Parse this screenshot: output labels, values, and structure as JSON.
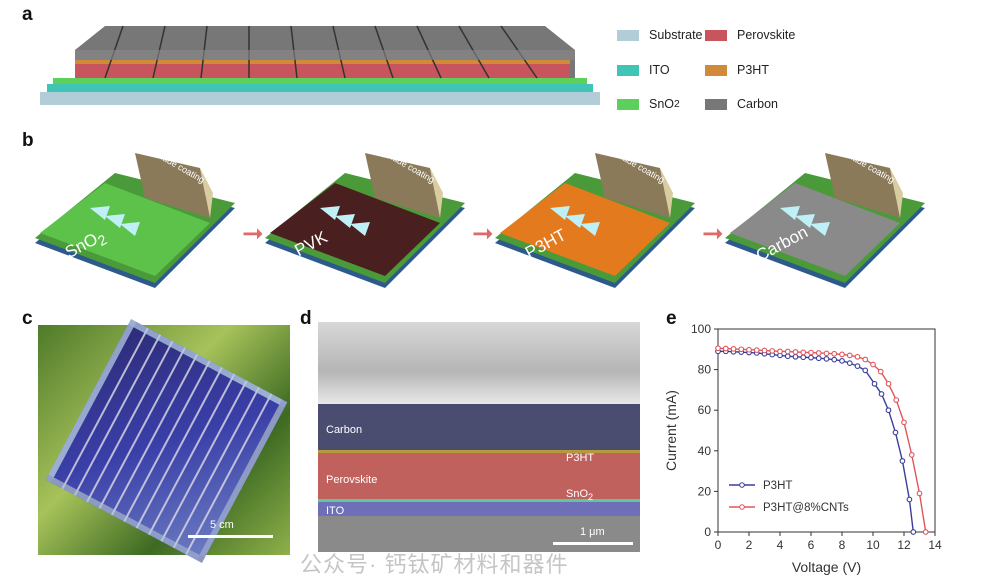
{
  "panels": {
    "a": "a",
    "b": "b",
    "c": "c",
    "d": "d",
    "e": "e"
  },
  "legend": [
    {
      "label": "Substrate",
      "color": "#b2ccd8"
    },
    {
      "label": "ITO",
      "color": "#3fc4b5"
    },
    {
      "label": "SnO",
      "sub": "2",
      "color": "#5cd05a"
    },
    {
      "label": "Perovskite",
      "color": "#c8545d"
    },
    {
      "label": "P3HT",
      "color": "#d08a3a"
    },
    {
      "label": "Carbon",
      "color": "#777777"
    }
  ],
  "steps": [
    {
      "tool": "Blade coating",
      "label": "SnO",
      "sub": "2",
      "color": "#5cc24a"
    },
    {
      "tool": "Blade coating",
      "label": "PVK",
      "sub": "",
      "color": "#4a1f1f"
    },
    {
      "tool": "Blade coating",
      "label": "P3HT",
      "sub": "",
      "color": "#e37a1e"
    },
    {
      "tool": "Blade coating",
      "label": "Carbon",
      "sub": "",
      "color": "#8a8a8a"
    }
  ],
  "photo": {
    "scale": "5 cm"
  },
  "sem": {
    "labels": {
      "carbon": "Carbon",
      "p3ht": "P3HT",
      "perovskite": "Perovskite",
      "sno2": "SnO",
      "sno2_sub": "2",
      "ito": "ITO"
    },
    "scale": "1 μm"
  },
  "watermark": "公众号· 钙钛矿材料和器件",
  "chart_data": {
    "type": "line",
    "xlabel": "Voltage (V)",
    "ylabel": "Current (mA)",
    "xlim": [
      0,
      14
    ],
    "ylim": [
      0,
      100
    ],
    "xticks": [
      "0",
      "2",
      "4",
      "6",
      "8",
      "10",
      "12",
      "14"
    ],
    "yticks": [
      "0",
      "20",
      "40",
      "60",
      "80",
      "100"
    ],
    "legend_position": "bottom-left",
    "series": [
      {
        "name": "P3HT",
        "color": "#3b3f9a",
        "points": [
          [
            0,
            89
          ],
          [
            0.5,
            89
          ],
          [
            1,
            88.8
          ],
          [
            1.5,
            88.6
          ],
          [
            2,
            88.4
          ],
          [
            2.5,
            88.2
          ],
          [
            3,
            87.8
          ],
          [
            3.5,
            87.4
          ],
          [
            4,
            87
          ],
          [
            4.5,
            86.6
          ],
          [
            5,
            86.3
          ],
          [
            5.5,
            86.1
          ],
          [
            6,
            85.9
          ],
          [
            6.5,
            85.6
          ],
          [
            7,
            85.3
          ],
          [
            7.5,
            84.9
          ],
          [
            8,
            84.3
          ],
          [
            8.5,
            83.2
          ],
          [
            9,
            81.7
          ],
          [
            9.5,
            79.6
          ],
          [
            10.1,
            73
          ],
          [
            10.55,
            68
          ],
          [
            11,
            60
          ],
          [
            11.45,
            49
          ],
          [
            11.9,
            35
          ],
          [
            12.35,
            16
          ],
          [
            12.6,
            0
          ]
        ]
      },
      {
        "name": "P3HT@8%CNTs",
        "color": "#e0565a",
        "points": [
          [
            0,
            90.5
          ],
          [
            0.5,
            90.4
          ],
          [
            1,
            90.2
          ],
          [
            1.5,
            90
          ],
          [
            2,
            89.8
          ],
          [
            2.5,
            89.6
          ],
          [
            3,
            89.4
          ],
          [
            3.5,
            89.2
          ],
          [
            4,
            89
          ],
          [
            4.5,
            88.9
          ],
          [
            5,
            88.7
          ],
          [
            5.5,
            88.5
          ],
          [
            6,
            88.4
          ],
          [
            6.5,
            88.2
          ],
          [
            7,
            88
          ],
          [
            7.5,
            87.8
          ],
          [
            8,
            87.5
          ],
          [
            8.5,
            87
          ],
          [
            9,
            86.3
          ],
          [
            9.5,
            85
          ],
          [
            10,
            82.5
          ],
          [
            10.5,
            79
          ],
          [
            11,
            73
          ],
          [
            11.5,
            65
          ],
          [
            12,
            54
          ],
          [
            12.5,
            38
          ],
          [
            13,
            19
          ],
          [
            13.4,
            0
          ]
        ]
      }
    ]
  }
}
